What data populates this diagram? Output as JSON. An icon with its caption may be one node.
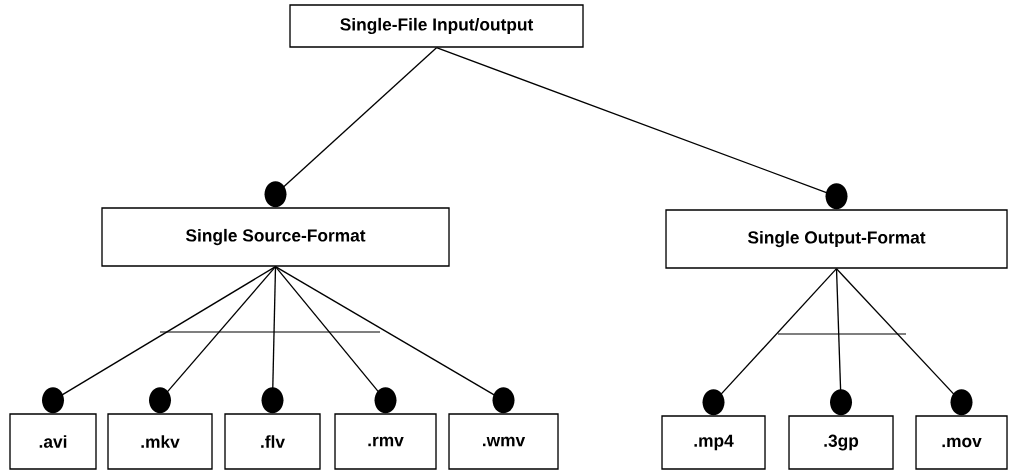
{
  "diagram": {
    "nodes": [
      {
        "text": [
          "Single-File Input/output"
        ]
      },
      {
        "text": [
          "Single Source-Format"
        ]
      },
      {
        "text": [
          "Single Output-Format"
        ]
      },
      {
        "text": [
          ".avi"
        ]
      },
      {
        "text": [
          ".mkv"
        ]
      },
      {
        "text": [
          ".flv"
        ]
      },
      {
        "text": [
          ".rmv"
        ]
      },
      {
        "text": [
          ".wmv"
        ]
      },
      {
        "text": [
          ".mp4"
        ]
      },
      {
        "text": [
          ".3gp"
        ]
      },
      {
        "text": [
          ".mov"
        ]
      }
    ],
    "edges": [
      {
        "from": 0,
        "to": 1,
        "arrow": "other"
      },
      {
        "from": 0,
        "to": 2,
        "arrow": "other"
      },
      {
        "from": 1,
        "to": 3,
        "arrow": "other"
      },
      {
        "from": 1,
        "to": 4,
        "arrow": "other"
      },
      {
        "from": 1,
        "to": 5,
        "arrow": "other"
      },
      {
        "from": 1,
        "to": 6,
        "arrow": "other"
      },
      {
        "from": 1,
        "to": 7,
        "arrow": "other"
      },
      {
        "from": 2,
        "to": 8,
        "arrow": "other"
      },
      {
        "from": 2,
        "to": 9,
        "arrow": "other"
      },
      {
        "from": 2,
        "to": 10,
        "arrow": "other"
      }
    ]
  }
}
